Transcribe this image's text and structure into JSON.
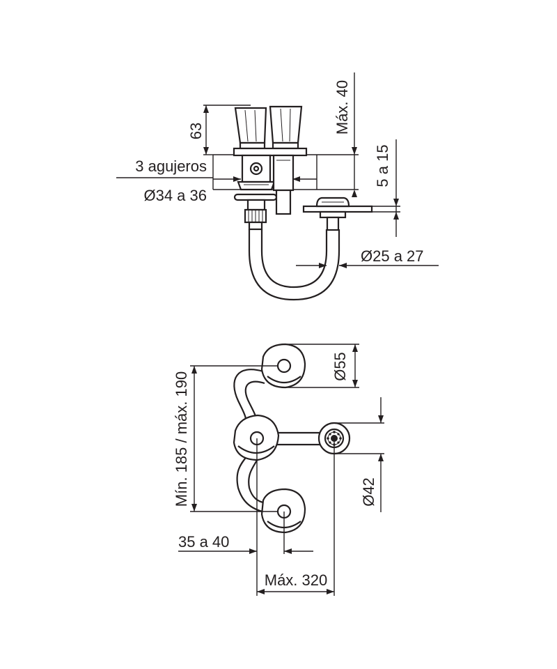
{
  "side_view": {
    "dim_height": "63",
    "dim_max_depth": "Máx. 40",
    "dim_thickness": "5 a 15",
    "holes_label": "3 agujeros",
    "holes_diameter": "Ø34 a 36",
    "outlet_diameter": "Ø25 a 27"
  },
  "top_view": {
    "handle_diameter": "Ø55",
    "spacing": "Mín. 185 / máx. 190",
    "outlet_diameter": "Ø42",
    "offset": "35 a 40",
    "max_reach": "Máx. 320"
  },
  "colors": {
    "line": "#231f20",
    "background": "#ffffff"
  }
}
